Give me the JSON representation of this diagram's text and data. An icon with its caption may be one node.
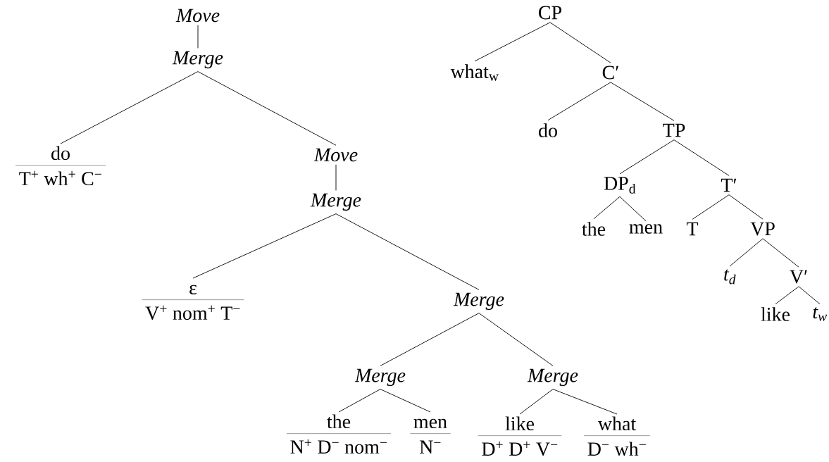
{
  "diagram": {
    "nodes": [
      {
        "text": [
          "Move"
        ]
      },
      {
        "text": [
          "Merge"
        ]
      },
      {
        "text": [
          "do",
          "T$^{+}$ wh$^{+}$ C$^{−}$"
        ]
      },
      {
        "text": [
          "Move"
        ]
      },
      {
        "text": [
          "Merge"
        ]
      },
      {
        "text": [
          "ε",
          "V$^{+}$ nom$^{+}$ T$^{−}$"
        ]
      },
      {
        "text": [
          "Merge"
        ]
      },
      {
        "text": [
          "Merge"
        ]
      },
      {
        "text": [
          "Merge"
        ]
      },
      {
        "text": [
          "the",
          "N$^{+}$ D$^{−}$ nom$^{−}$"
        ]
      },
      {
        "text": [
          "men",
          "N$^{−}$"
        ]
      },
      {
        "text": [
          "like",
          "D$^{+}$ D$^{+}$ V$^{−}$"
        ]
      },
      {
        "text": [
          "what",
          "D$^{−}$ wh$^{−}$"
        ]
      },
      {
        "text": [
          "CP"
        ]
      },
      {
        "text": [
          "what$_{w}$"
        ]
      },
      {
        "text": [
          "C′"
        ]
      },
      {
        "text": [
          "do"
        ]
      },
      {
        "text": [
          "TP"
        ]
      },
      {
        "text": [
          "DP$_{d}$"
        ]
      },
      {
        "text": [
          "T′"
        ]
      },
      {
        "text": [
          "the"
        ]
      },
      {
        "text": [
          "men"
        ]
      },
      {
        "text": [
          "T"
        ]
      },
      {
        "text": [
          "VP"
        ]
      },
      {
        "text": [
          "t$_{d}$"
        ]
      },
      {
        "text": [
          "V′"
        ]
      },
      {
        "text": [
          "like"
        ]
      },
      {
        "text": [
          "t$_{w}$"
        ]
      }
    ],
    "edges": [
      {
        "from": 0,
        "to": 1,
        "arrow": "none"
      },
      {
        "from": 1,
        "to": 2,
        "arrow": "none"
      },
      {
        "from": 1,
        "to": 3,
        "arrow": "none"
      },
      {
        "from": 3,
        "to": 4,
        "arrow": "none"
      },
      {
        "from": 4,
        "to": 5,
        "arrow": "none"
      },
      {
        "from": 4,
        "to": 6,
        "arrow": "none"
      },
      {
        "from": 6,
        "to": 7,
        "arrow": "none"
      },
      {
        "from": 6,
        "to": 8,
        "arrow": "none"
      },
      {
        "from": 7,
        "to": 9,
        "arrow": "none"
      },
      {
        "from": 7,
        "to": 10,
        "arrow": "none"
      },
      {
        "from": 8,
        "to": 11,
        "arrow": "none"
      },
      {
        "from": 8,
        "to": 12,
        "arrow": "none"
      },
      {
        "from": 13,
        "to": 14,
        "arrow": "none"
      },
      {
        "from": 13,
        "to": 15,
        "arrow": "none"
      },
      {
        "from": 15,
        "to": 16,
        "arrow": "none"
      },
      {
        "from": 15,
        "to": 17,
        "arrow": "none"
      },
      {
        "from": 17,
        "to": 18,
        "arrow": "none"
      },
      {
        "from": 17,
        "to": 19,
        "arrow": "none"
      },
      {
        "from": 18,
        "to": 20,
        "arrow": "none"
      },
      {
        "from": 18,
        "to": 21,
        "arrow": "none"
      },
      {
        "from": 19,
        "to": 22,
        "arrow": "none"
      },
      {
        "from": 19,
        "to": 23,
        "arrow": "none"
      },
      {
        "from": 23,
        "to": 24,
        "arrow": "none"
      },
      {
        "from": 23,
        "to": 25,
        "arrow": "none"
      },
      {
        "from": 25,
        "to": 26,
        "arrow": "none"
      },
      {
        "from": 25,
        "to": 27,
        "arrow": "none"
      }
    ]
  }
}
